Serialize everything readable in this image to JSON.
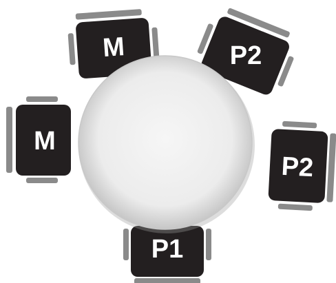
{
  "colors": {
    "seat": "#231f20",
    "arm": "#8a8a8a",
    "table_edge": "#bdbdbd",
    "table_center": "#f6f6f6"
  },
  "seats": [
    {
      "id": "top-left",
      "label": "M"
    },
    {
      "id": "top-right",
      "label": "P2"
    },
    {
      "id": "left",
      "label": "M"
    },
    {
      "id": "right",
      "label": "P2"
    },
    {
      "id": "bottom",
      "label": "P1"
    }
  ]
}
